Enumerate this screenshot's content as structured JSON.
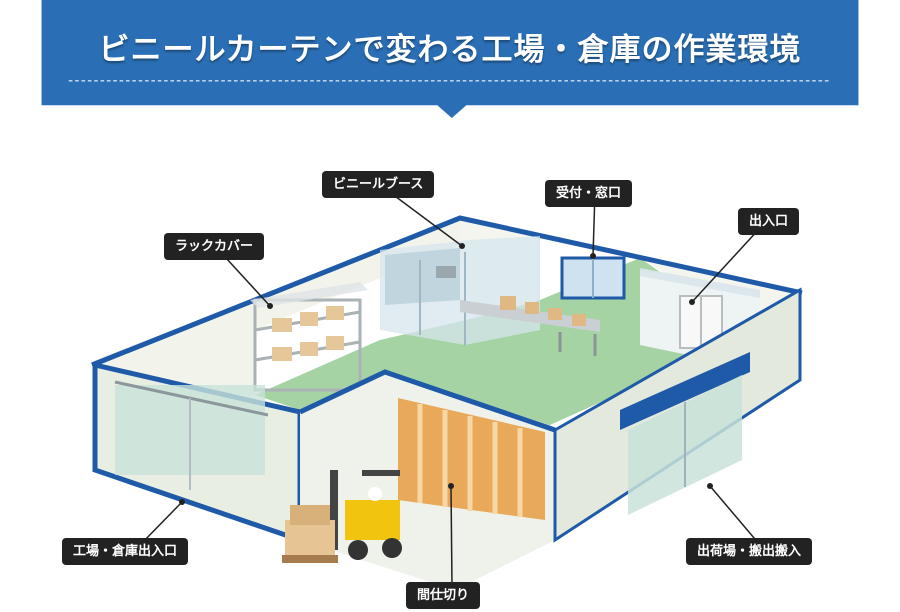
{
  "title": "ビニールカーテンで変わる工場・倉庫の作業環境",
  "colors": {
    "banner": "#2a6fb5",
    "wall_trim": "#1e5aa8",
    "floor": "#a6d3a3",
    "label_bg": "#222222"
  },
  "labels": {
    "vinyl_booth": "ビニールブース",
    "reception": "受付・窓口",
    "entrance": "出入口",
    "rack_cover": "ラックカバー",
    "factory_entrance": "工場・倉庫出入口",
    "shipping": "出荷場・搬出搬入",
    "partition": "間仕切り"
  }
}
